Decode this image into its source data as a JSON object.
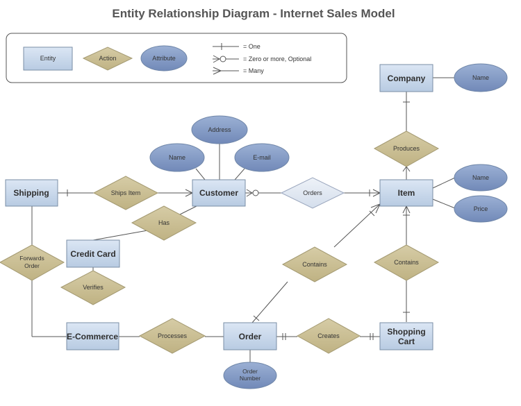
{
  "title": "Entity Relationship Diagram - Internet Sales Model",
  "legend": {
    "entity": "Entity",
    "action": "Action",
    "attribute": "Attribute",
    "one": "= One",
    "zero_or_more": "= Zero or more, Optional",
    "many": "= Many"
  },
  "entities": {
    "company": "Company",
    "customer": "Customer",
    "shipping": "Shipping",
    "item": "Item",
    "credit_card": "Credit Card",
    "ecommerce": "E-Commerce",
    "order": "Order",
    "shopping_cart": [
      "Shopping",
      "Cart"
    ]
  },
  "actions": {
    "produces": "Produces",
    "ships_item": "Ships Item",
    "orders": "Orders",
    "has": "Has",
    "forwards_order": [
      "Forwards",
      "Order"
    ],
    "contains_order": "Contains",
    "contains_cart": "Contains",
    "verifies": "Verifies",
    "processes": "Processes",
    "creates": "Creates"
  },
  "attributes": {
    "company_name": "Name",
    "customer_address": "Address",
    "customer_name": "Name",
    "customer_email": "E-mail",
    "item_name": "Name",
    "item_price": "Price",
    "order_number": [
      "Order",
      "Number"
    ]
  },
  "colors": {
    "entity": "#c9d7ea",
    "attribute": "#7f97c2",
    "action": "#c8bc92",
    "action_light": "#e2e8f2",
    "line": "#555555"
  }
}
